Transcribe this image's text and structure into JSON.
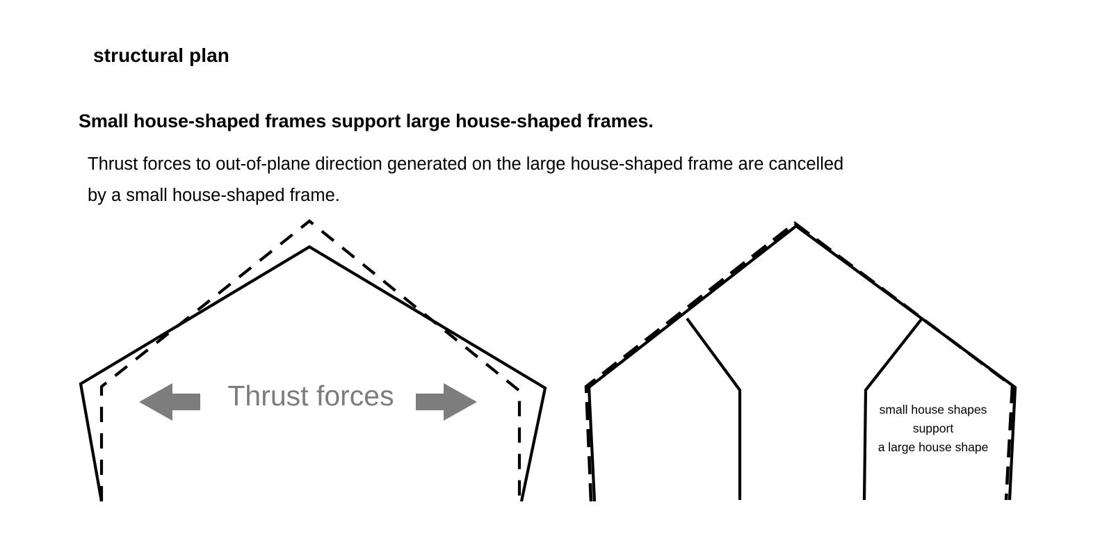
{
  "slide": {
    "title": "structural plan",
    "headline": "Small house-shaped frames support large house-shaped frames.",
    "body_lines": [
      "Thrust forces to out-of-plane direction generated on the large house-shaped frame are cancelled",
      "by a small house-shaped frame."
    ]
  },
  "left_diagram": {
    "name": "thrust-forces-diagram",
    "thrust_label": "Thrust forces",
    "arrow_left": "arrow-left",
    "arrow_right": "arrow-right",
    "arrow_color": "#7d7d7d",
    "line_color": "#000000",
    "description": "Large house-shaped frame, solid outline with deformed dashed outline splaying outward"
  },
  "right_diagram": {
    "name": "small-house-support-diagram",
    "caption_lines": [
      "small house shapes",
      "support",
      "a large house shape"
    ],
    "line_color": "#000000",
    "description": "Large house-shaped frame with two internal small house-shaped frames; dashed deformed outline coincides with solid outline"
  }
}
